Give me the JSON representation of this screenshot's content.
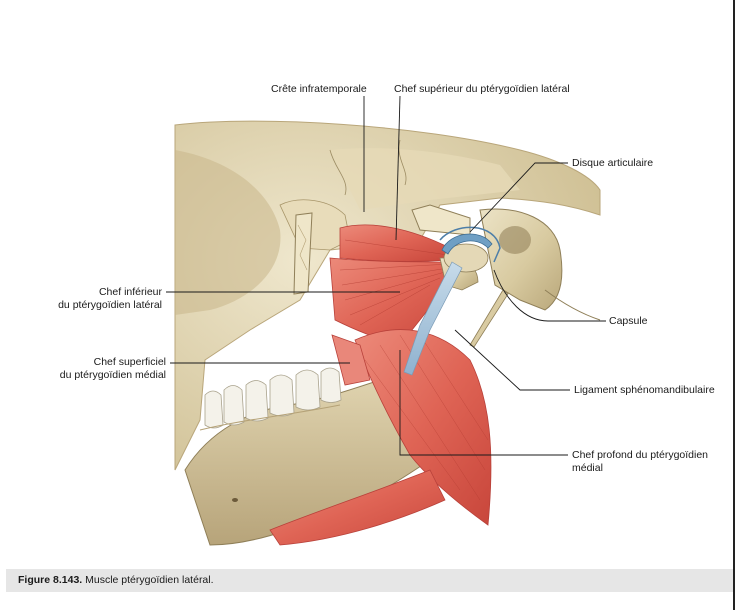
{
  "labels": {
    "crete_infratemporale": "Crête infratemporale",
    "chef_superieur": "Chef supérieur du ptérygoïdien latéral",
    "disque_articulaire": "Disque articulaire",
    "chef_inferieur_line1": "Chef inférieur",
    "chef_inferieur_line2": "du ptérygoïdien latéral",
    "capsule": "Capsule",
    "chef_superficiel_line1": "Chef superficiel",
    "chef_superficiel_line2": "du ptérygoïdien médial",
    "ligament_sphenomandibulaire": "Ligament sphénomandibulaire",
    "chef_profond_line1": "Chef profond du ptérygoïdien",
    "chef_profond_line2": "médial"
  },
  "caption": {
    "figure_label": "Figure 8.143.",
    "text": "Muscle ptérygoïdien latéral."
  },
  "colors": {
    "bone": "#dccfa7",
    "bone_shadow": "#b8a77c",
    "muscle": "#e0675a",
    "muscle_dark": "#c9463c",
    "ligament": "#a9c6dc",
    "disc": "#6f9fc4",
    "teeth": "#f4f2ea",
    "caption_bg": "#e6e6e6"
  }
}
